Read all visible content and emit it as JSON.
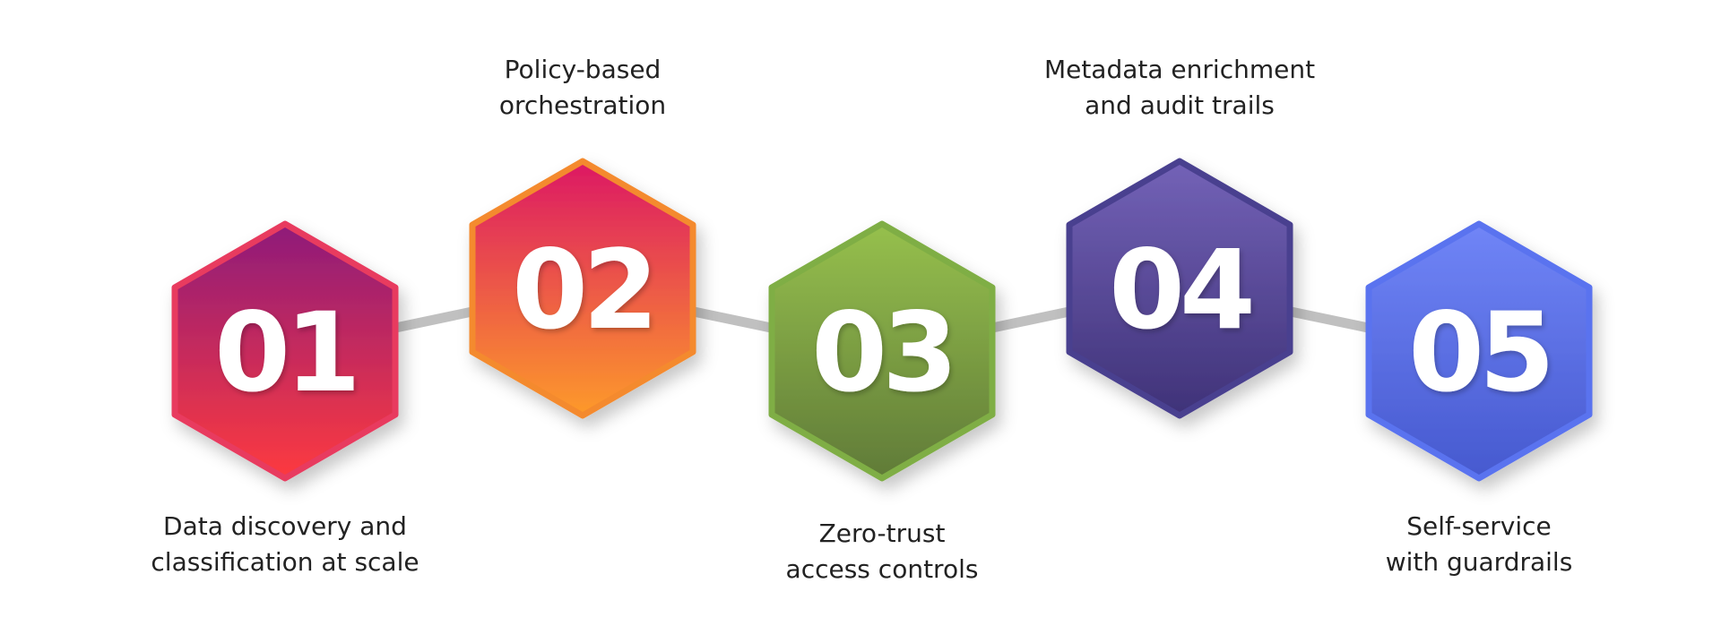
{
  "steps": [
    {
      "number": "01",
      "caption": [
        "Data discovery and",
        "classification at scale"
      ],
      "gradient": [
        "#8e1b7a",
        "#fd3a3f"
      ],
      "border": "#e83a5e",
      "caption_position": "below"
    },
    {
      "number": "02",
      "caption": [
        "Policy-based",
        "orchestration"
      ],
      "gradient": [
        "#dc1864",
        "#fd9a2a"
      ],
      "border": "#f48a2e",
      "caption_position": "above"
    },
    {
      "number": "03",
      "caption": [
        "Zero-trust",
        "access controls"
      ],
      "gradient": [
        "#96c04d",
        "#607b38"
      ],
      "border": "#7fae44",
      "caption_position": "below"
    },
    {
      "number": "04",
      "caption": [
        "Metadata enrichment",
        "and audit trails"
      ],
      "gradient": [
        "#7362b7",
        "#3f3278"
      ],
      "border": "#4a3f8f",
      "caption_position": "above"
    },
    {
      "number": "05",
      "caption": [
        "Self-service",
        "with guardrails"
      ],
      "gradient": [
        "#7085f7",
        "#4659cf"
      ],
      "border": "#5a73ef",
      "caption_position": "below"
    }
  ],
  "connector_color": "#c0c0c0"
}
